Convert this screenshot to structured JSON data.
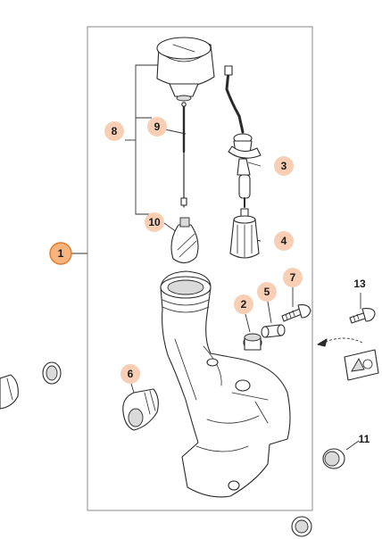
{
  "callouts": {
    "c1": "1",
    "c2": "2",
    "c3": "3",
    "c4": "4",
    "c5": "5",
    "c6": "6",
    "c7": "7",
    "c8": "8",
    "c9": "9",
    "c10": "10",
    "c11": "11",
    "c13": "13"
  },
  "colors": {
    "callout_fill": "#f8cfb4",
    "callout_main_fill": "#f6b37d",
    "callout_main_stroke": "#e07b2c",
    "line": "#2a2a2a"
  }
}
